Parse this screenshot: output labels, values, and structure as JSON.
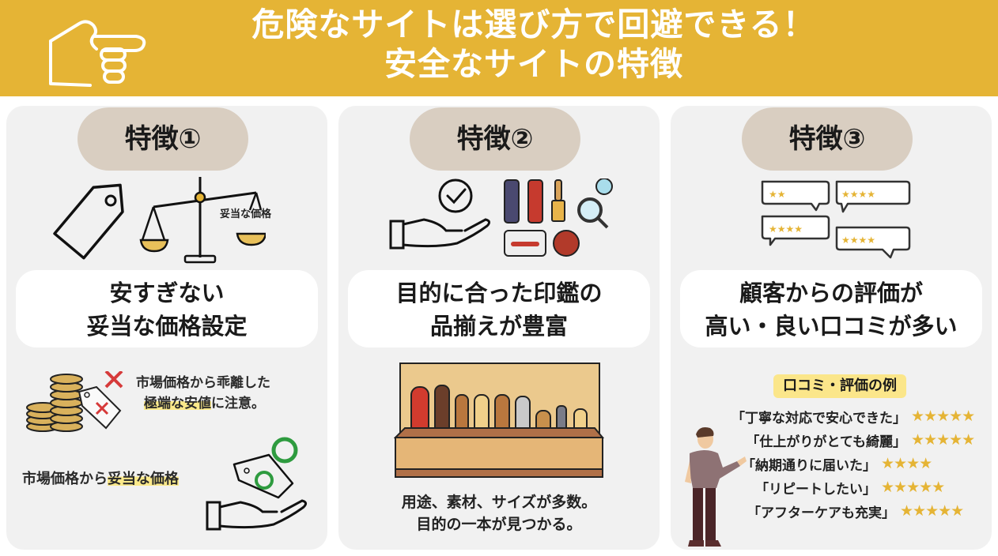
{
  "header": {
    "title_line1": "危険なサイトは選び方で回避できる！",
    "title_line2": "安全なサイトの特徴",
    "icon": "pointing-hand-icon",
    "background_color": "#E5B435"
  },
  "features": [
    {
      "badge": "特徴①",
      "headline_line1": "安すぎない",
      "headline_line2": "妥当な価格設定",
      "scale_label": "妥当な価格",
      "icons": [
        "price-tag-icon",
        "balance-scale-icon"
      ],
      "warning": {
        "line1": "市場価格から乖離した",
        "line2_highlight": "極端な安値",
        "line2_rest": "に注意。",
        "icons": [
          "coins-icon",
          "price-tag-x-icon",
          "red-x-icon"
        ]
      },
      "good": {
        "prefix": "市場価格から",
        "highlight": "妥当な価格",
        "icons": [
          "hand-with-tag-icon",
          "green-circle-icon"
        ]
      }
    },
    {
      "badge": "特徴②",
      "headline_line1": "目的に合った印鑑の",
      "headline_line2": "品揃えが豊富",
      "icons": [
        "hand-with-check-icon",
        "seal-stamps-icon",
        "magnifier-check-icon",
        "seal-case-icon",
        "red-seal-impression-icon"
      ],
      "display_icon": "seal-display-stand-icon",
      "bottom_line1": "用途、素材、サイズが多数。",
      "bottom_line2": "目的の一本が見つかる。"
    },
    {
      "badge": "特徴③",
      "headline_line1": "顧客からの評価が",
      "headline_line2": "高い・良い口コミが多い",
      "bubbles": [
        {
          "stars": 2
        },
        {
          "stars": 4
        },
        {
          "stars": 4
        },
        {
          "stars": 4
        }
      ],
      "examples_title": "口コミ・評価の例",
      "reviews": [
        {
          "text": "「丁寧な対応で安心できた」",
          "stars": "★★★★★"
        },
        {
          "text": "「仕上がりがとても綺麗」",
          "stars": "★★★★★"
        },
        {
          "text": "「納期通りに届いた」",
          "stars": "★★★★"
        },
        {
          "text": "「リピートしたい」",
          "stars": "★★★★★"
        },
        {
          "text": "「アフターケアも充実」",
          "stars": "★★★★★"
        }
      ],
      "person_icon": "pointing-person-icon"
    }
  ]
}
